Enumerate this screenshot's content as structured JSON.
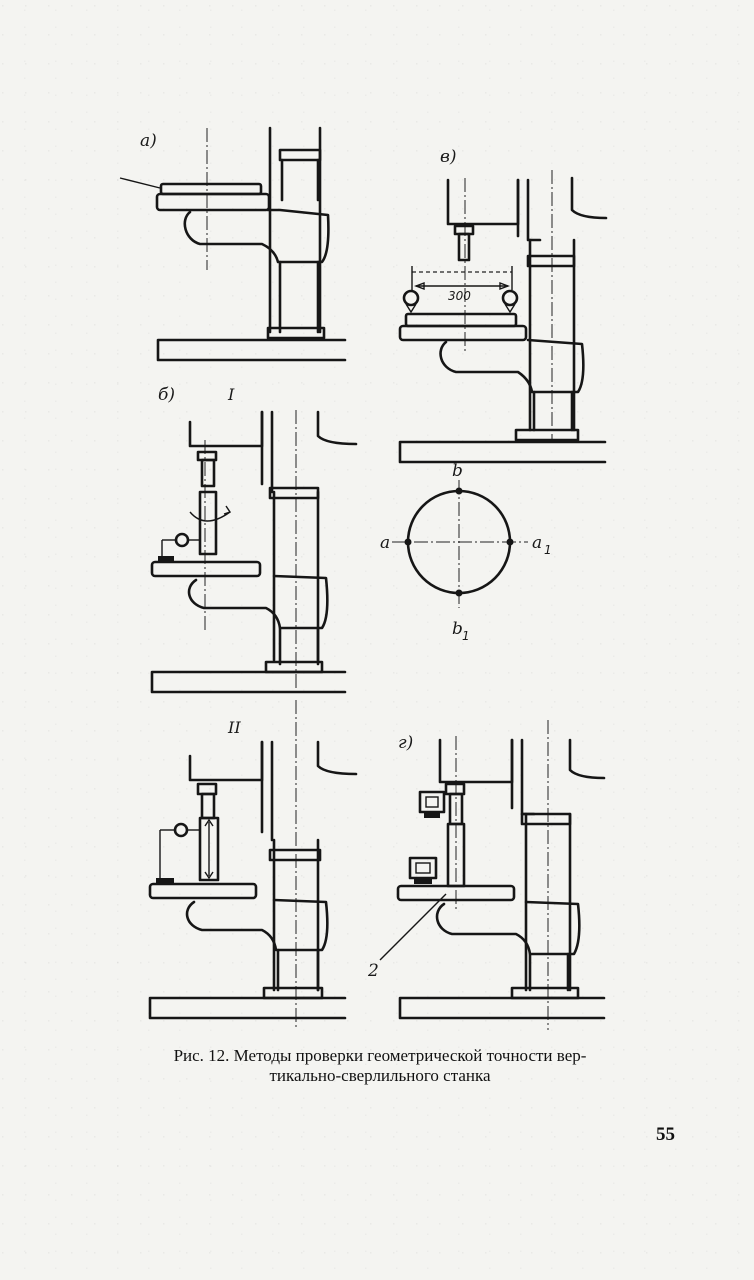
{
  "figure": {
    "panel_labels": {
      "a": "а)",
      "v": "в)",
      "b": "б)",
      "g": "г)"
    },
    "sub_labels": {
      "one": "I",
      "two": "II"
    },
    "dimension": "300",
    "circle_points": {
      "a": "a",
      "a1": "a",
      "a1_sub": "1",
      "b": "b",
      "b1": "b",
      "b1_sub": "1"
    },
    "part_number": "2"
  },
  "caption": {
    "line1": "Рис. 12. Методы проверки геометрической точности вер-",
    "line2": "тикально-сверлильного станка"
  },
  "page_number": "55"
}
